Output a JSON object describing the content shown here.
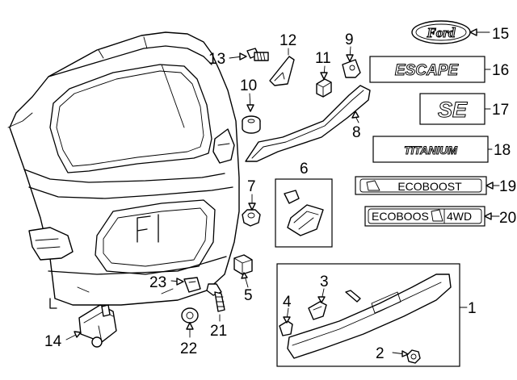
{
  "callouts": {
    "c1": "1",
    "c2": "2",
    "c3": "3",
    "c4": "4",
    "c5": "5",
    "c6": "6",
    "c7": "7",
    "c8": "8",
    "c9": "9",
    "c10": "10",
    "c11": "11",
    "c12": "12",
    "c13": "13",
    "c14": "14",
    "c15": "15",
    "c16": "16",
    "c17": "17",
    "c18": "18",
    "c19": "19",
    "c20": "20",
    "c21": "21",
    "c22": "22",
    "c23": "23"
  },
  "badges": {
    "ford": "Ford",
    "escape": "ESCAPE",
    "se": "SE",
    "titanium": "TITANIUM",
    "ecoboost": "ECOBOOST",
    "ecoboost_4wd_left": "ECOBOOS",
    "ecoboost_4wd_right": "4WD"
  },
  "icons": {
    "liftgate": "liftgate-panel-icon",
    "spoiler": "spoiler-icon",
    "molding": "applique-molding-icon",
    "fasteners": [
      "bolt-icon",
      "nut-icon",
      "clip-icon",
      "retainer-icon",
      "screw-icon",
      "camera-icon"
    ]
  }
}
